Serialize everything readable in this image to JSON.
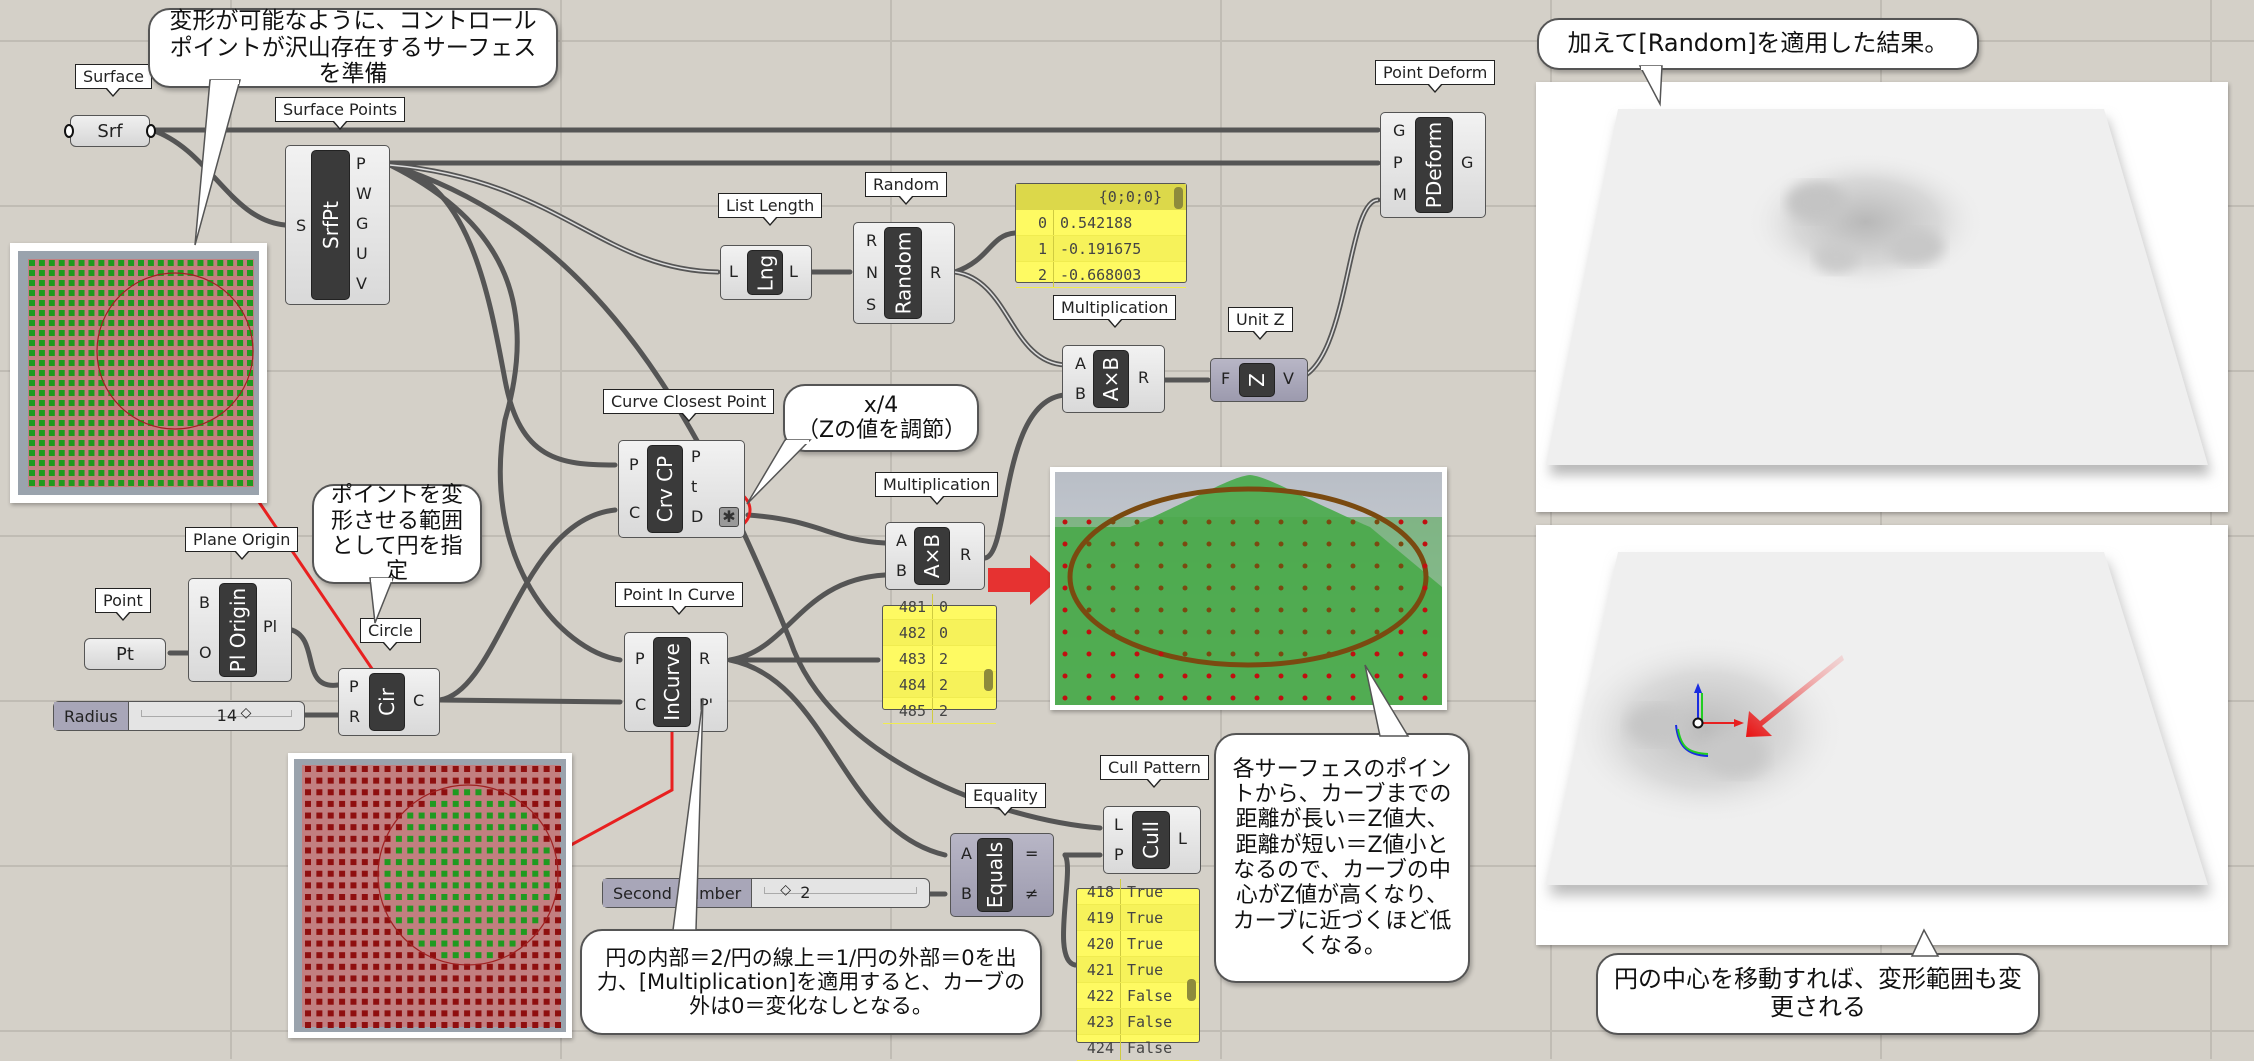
{
  "components": {
    "surface": {
      "label": "Surface",
      "nickname": "Srf"
    },
    "surface_points": {
      "label": "Surface Points",
      "nickname": "SrfPt",
      "inputs": [
        "S"
      ],
      "outputs": [
        "P",
        "W",
        "G",
        "U",
        "V"
      ]
    },
    "list_length": {
      "label": "List Length",
      "nickname": "Lng",
      "inputs": [
        "L"
      ],
      "outputs": [
        "L"
      ]
    },
    "random": {
      "label": "Random",
      "nickname": "Random",
      "inputs": [
        "R",
        "N",
        "S"
      ],
      "outputs": [
        "R"
      ]
    },
    "multiplication_1": {
      "label": "Multiplication",
      "nickname": "A×B",
      "inputs": [
        "A",
        "B"
      ],
      "outputs": [
        "R"
      ]
    },
    "unit_z": {
      "label": "Unit Z",
      "nickname": "Z",
      "inputs": [
        "F"
      ],
      "outputs": [
        "V"
      ]
    },
    "point_deform": {
      "label": "Point Deform",
      "nickname": "PDeform",
      "inputs": [
        "G",
        "P",
        "M"
      ],
      "outputs": [
        "G"
      ]
    },
    "curve_closest_point": {
      "label": "Curve Closest Point",
      "nickname": "Crv CP",
      "inputs": [
        "P",
        "C"
      ],
      "outputs": [
        "P",
        "t",
        "D"
      ]
    },
    "multiplication_2": {
      "label": "Multiplication",
      "nickname": "A×B",
      "inputs": [
        "A",
        "B"
      ],
      "outputs": [
        "R"
      ]
    },
    "point": {
      "label": "Point",
      "nickname": "Pt"
    },
    "plane_origin": {
      "label": "Plane Origin",
      "nickname": "Pl Origin",
      "inputs": [
        "B",
        "O"
      ],
      "outputs": [
        "Pl"
      ]
    },
    "circle": {
      "label": "Circle",
      "nickname": "Cir",
      "inputs": [
        "P",
        "R"
      ],
      "outputs": [
        "C"
      ]
    },
    "point_in_curve": {
      "label": "Point In Curve",
      "nickname": "InCurve",
      "inputs": [
        "P",
        "C"
      ],
      "outputs": [
        "R",
        "P'"
      ]
    },
    "equality": {
      "label": "Equality",
      "nickname": "Equals",
      "inputs": [
        "A",
        "B"
      ],
      "outputs": [
        "=",
        "≠"
      ]
    },
    "cull_pattern": {
      "label": "Cull Pattern",
      "nickname": "Cull",
      "inputs": [
        "L",
        "P"
      ],
      "outputs": [
        "L"
      ]
    }
  },
  "sliders": {
    "radius": {
      "label": "Radius",
      "value": "14"
    },
    "second_number": {
      "label": "Second Number",
      "value": "2"
    }
  },
  "panels": {
    "random_values": {
      "path": "{0;0;0}",
      "rows": [
        {
          "index": "0",
          "value": "0.542188"
        },
        {
          "index": "1",
          "value": "-0.191675"
        },
        {
          "index": "2",
          "value": "-0.668003"
        }
      ]
    },
    "incurve_values": {
      "rows": [
        {
          "index": "481",
          "value": "0"
        },
        {
          "index": "482",
          "value": "0"
        },
        {
          "index": "483",
          "value": "2"
        },
        {
          "index": "484",
          "value": "2"
        },
        {
          "index": "485",
          "value": "2"
        }
      ]
    },
    "equality_values": {
      "rows": [
        {
          "index": "418",
          "value": "True"
        },
        {
          "index": "419",
          "value": "True"
        },
        {
          "index": "420",
          "value": "True"
        },
        {
          "index": "421",
          "value": "True"
        },
        {
          "index": "422",
          "value": "False"
        },
        {
          "index": "423",
          "value": "False"
        },
        {
          "index": "424",
          "value": "False"
        }
      ]
    }
  },
  "callouts": {
    "surface_prep": "変形が可能なように、コントロールポイントが沢山存在するサーフェスを準備",
    "divide_by_4": "x/4\n（Zの値を調節）",
    "circle_range": "ポイントを変形させる範囲として円を指定",
    "incurve_explain": "円の内部＝2/円の線上＝1/円の外部＝0を出力、[Multiplication]を適用すると、カーブの外は0＝変化なしとなる。",
    "distance_explain": "各サーフェスのポイントから、カーブまでの距離が長い＝Z値大、距離が短い＝Z値小となるので、カーブの中心がZ値が高くなり、カーブに近づくほど低くなる。",
    "random_result": "加えて[Random]を適用した結果。",
    "move_center": "円の中心を移動すれば、変形範囲も変更される"
  },
  "colors": {
    "canvas": "#d4d0c8",
    "panel_yellow": "#fefa62",
    "component_core": "#3a3a3a",
    "highlight_red": "#e82020",
    "point_green": "#1f9a1f",
    "point_red": "#8f0f0f"
  }
}
